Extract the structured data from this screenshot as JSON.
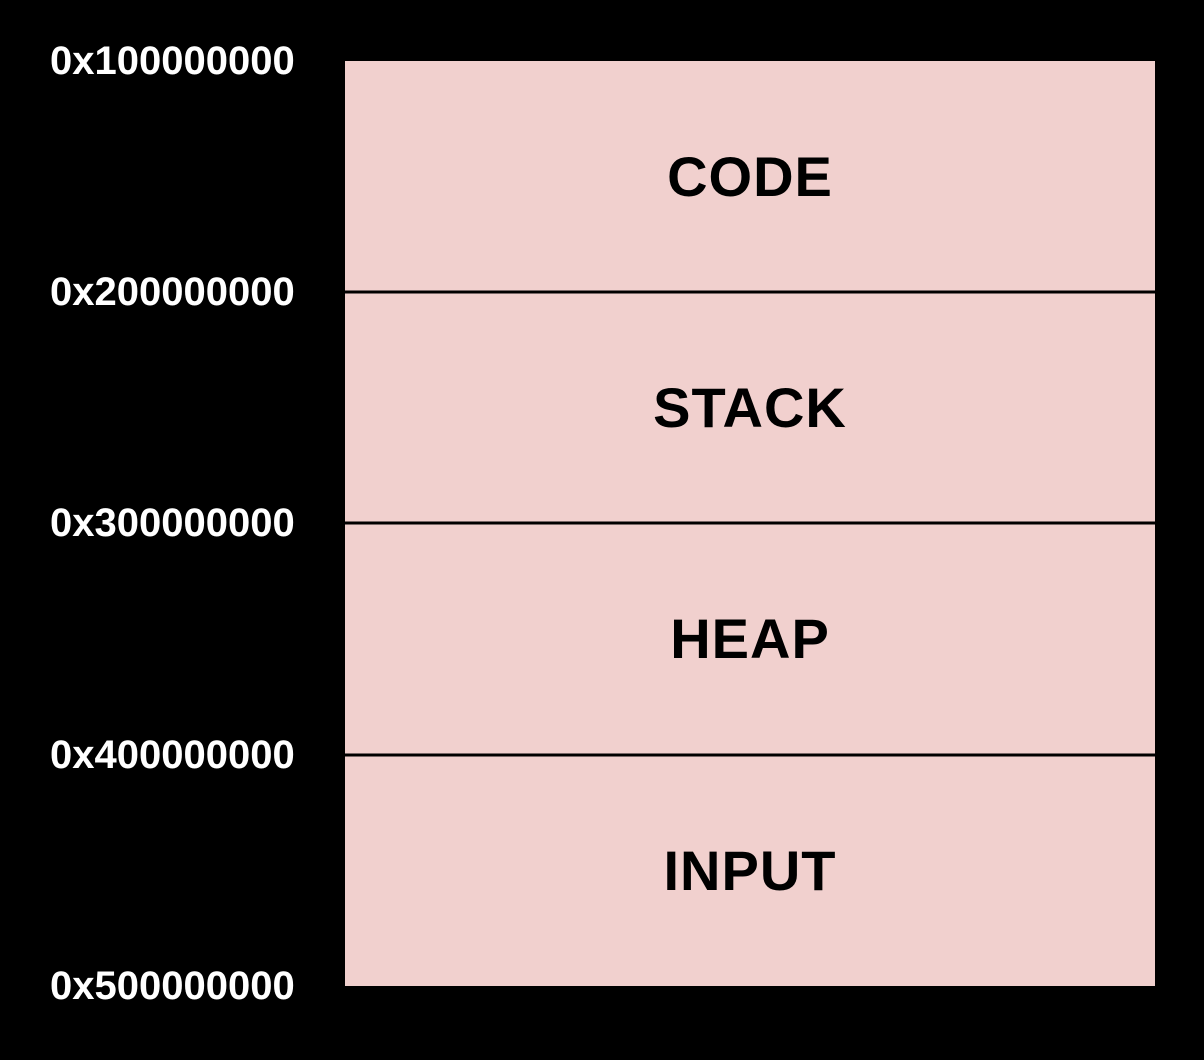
{
  "addresses": [
    "0x100000000",
    "0x200000000",
    "0x300000000",
    "0x400000000",
    "0x500000000"
  ],
  "segments": [
    "CODE",
    "STACK",
    "HEAP",
    "INPUT"
  ],
  "colors": {
    "background": "#000000",
    "segment_fill": "#f1d0ce",
    "divider": "#000000",
    "address_text": "#ffffff",
    "segment_text": "#000000"
  }
}
